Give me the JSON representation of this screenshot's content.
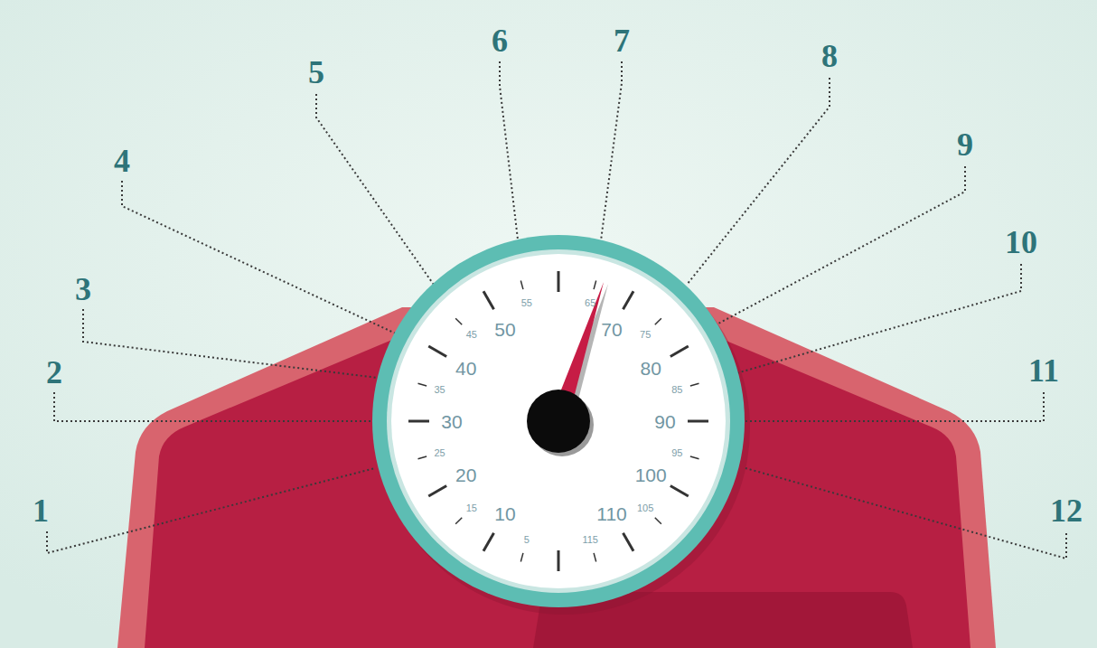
{
  "diagram": {
    "labels": [
      "1",
      "2",
      "3",
      "4",
      "5",
      "6",
      "7",
      "8",
      "9",
      "10",
      "11",
      "12",
      "10",
      "20",
      "30",
      "40",
      "50",
      "70",
      "80",
      "90",
      "100",
      "110",
      "5",
      "15",
      "25",
      "35",
      "45",
      "55",
      "65",
      "75",
      "85",
      "95",
      "105",
      "115"
    ]
  }
}
